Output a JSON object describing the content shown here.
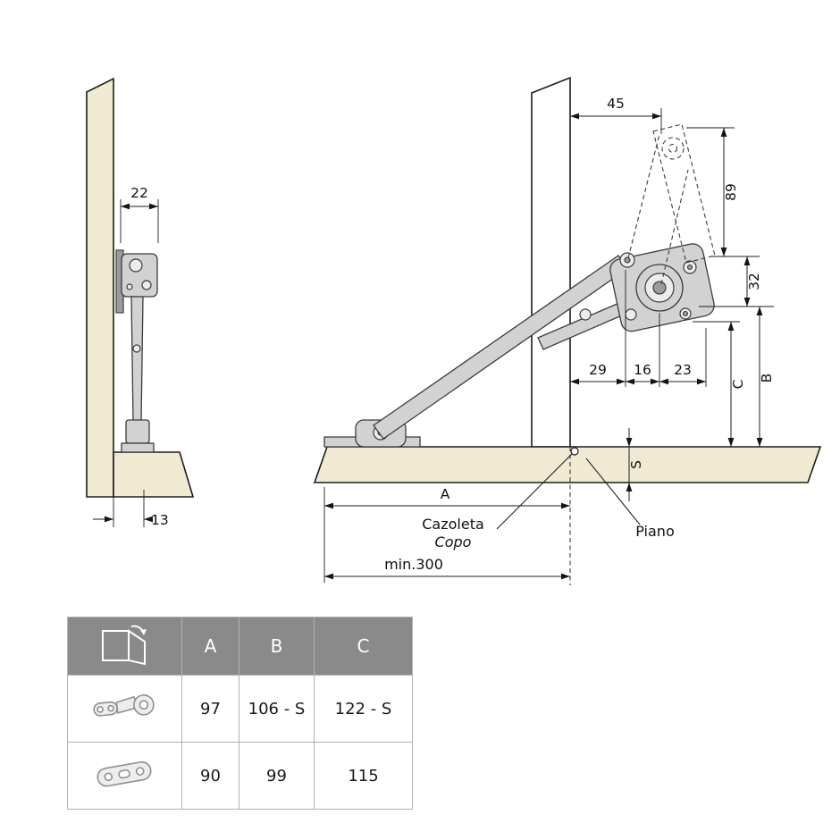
{
  "left_view": {
    "dim_depth": "22",
    "dim_offset": "13"
  },
  "right_view": {
    "dim_45": "45",
    "dim_89": "89",
    "dim_32": "32",
    "dim_29": "29",
    "dim_16": "16",
    "dim_23": "23",
    "dim_C": "C",
    "dim_B": "B",
    "dim_S": "S",
    "dim_A": "A",
    "dim_min300": "min.300",
    "cup_label_line1": "Cazoleta",
    "cup_label_line2": "Copo",
    "shelf_label": "Piano"
  },
  "table": {
    "col_headers": [
      "A",
      "B",
      "C"
    ],
    "rows": [
      {
        "hinge": "cup-hinge",
        "A": "97",
        "B": "106 - S",
        "C": "122 - S"
      },
      {
        "hinge": "mounting-plate",
        "A": "90",
        "B": "99",
        "C": "115"
      }
    ]
  },
  "colors": {
    "panel_fill": "#f1ead3",
    "mechanism_fill": "#d2d2d2",
    "table_header_bg": "#8a8a8a"
  }
}
